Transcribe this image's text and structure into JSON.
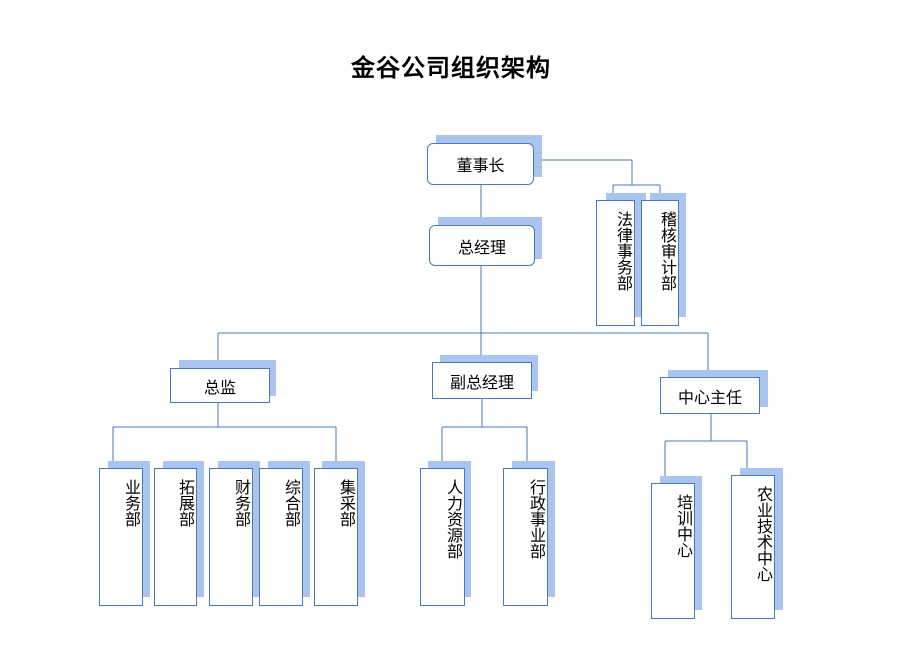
{
  "title": "金谷公司组织架构",
  "colors": {
    "line": "#4a7ab5",
    "shadow": "#a9c4ee",
    "box_border": "#4a7ab5"
  },
  "nodes": {
    "chairman": "董事长",
    "legal": "法律事务部",
    "audit": "稽核审计部",
    "general_manager": "总经理",
    "director": "总监",
    "deputy_gm": "副总经理",
    "center_head": "中心主任",
    "business": "业务部",
    "expansion": "拓展部",
    "finance": "财务部",
    "general_affairs": "综合部",
    "procurement": "集采部",
    "hr": "人力资源部",
    "admin": "行政事业部",
    "training": "培训中心",
    "agri_tech": "农业技术中心"
  }
}
